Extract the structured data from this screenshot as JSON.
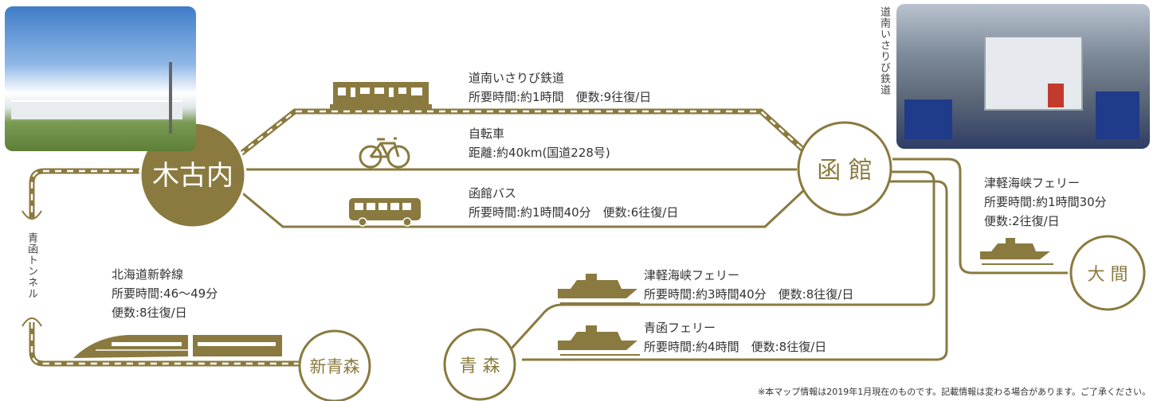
{
  "colors": {
    "line": "#8a7a3f",
    "station_fill": "#8a7a3f",
    "station_ring": "#ffffff"
  },
  "stations": {
    "kikonai": "木古内",
    "hakodate": "函 館",
    "shin_aomori": "新青森",
    "aomori": "青 森",
    "oma": "大 間"
  },
  "routes": {
    "isaribi": {
      "name": "道南いさりび鉄道",
      "detail": "所要時間:約1時間　便数:9往復/日"
    },
    "bicycle": {
      "name": "自転車",
      "detail": "距離:約40km(国道228号)"
    },
    "bus": {
      "name": "函館バス",
      "detail": "所要時間:約1時間40分　便数:6往復/日"
    },
    "shinkansen": {
      "name": "北海道新幹線",
      "time": "所要時間:46〜49分",
      "freq": "便数:8往復/日"
    },
    "tsugaru_oma": {
      "name": "津軽海峡フェリー",
      "time": "所要時間:約1時間30分",
      "freq": "便数:2往復/日"
    },
    "tsugaru_aomori": {
      "name": "津軽海峡フェリー",
      "detail": "所要時間:約3時間40分　便数:8往復/日"
    },
    "seikan": {
      "name": "青函フェリー",
      "detail": "所要時間:約4時間　便数:8往復/日"
    }
  },
  "labels": {
    "tunnel": "青函トンネル",
    "photo_caption": "道南いさりび鉄道"
  },
  "footnote": "※本マップ情報は2019年1月現在のものです。記載情報は変わる場合があります。ご了承ください。",
  "icons": [
    "train-icon",
    "bicycle-icon",
    "bus-icon",
    "ferry-icon",
    "shinkansen-icon"
  ]
}
